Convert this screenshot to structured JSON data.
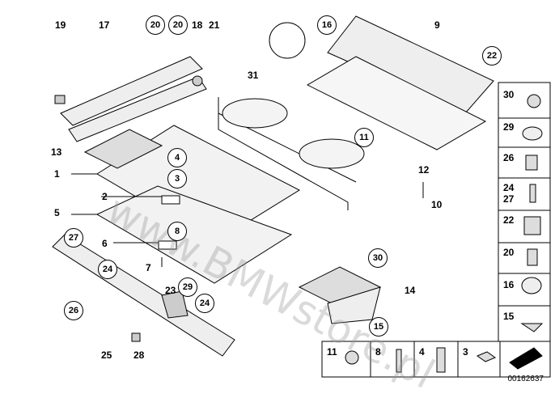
{
  "watermark": "www.BMWstore.pl",
  "doc_id": "00162637",
  "callouts": {
    "c1": "1",
    "c2": "2",
    "c3": "3",
    "c4": "4",
    "c5": "5",
    "c6": "6",
    "c7": "7",
    "c8": "8",
    "c9": "9",
    "c10": "10",
    "c11": "11",
    "c12": "12",
    "c13": "13",
    "c14": "14",
    "c15": "15",
    "c16": "16",
    "c17": "17",
    "c18": "18",
    "c19": "19",
    "c20a": "20",
    "c20b": "20",
    "c21": "21",
    "c22": "22",
    "c23": "23",
    "c24a": "24",
    "c24b": "24",
    "c25": "25",
    "c26": "26",
    "c27": "27",
    "c28": "28",
    "c29": "29",
    "c30": "30",
    "c31": "31"
  },
  "side_parts": {
    "s30": "30",
    "s29": "29",
    "s26": "26",
    "s24": "24",
    "s27": "27",
    "s22": "22",
    "s20": "20",
    "s16": "16",
    "s15": "15"
  },
  "bottom_parts": {
    "b11": "11",
    "b8": "8",
    "b4": "4",
    "b3": "3"
  }
}
